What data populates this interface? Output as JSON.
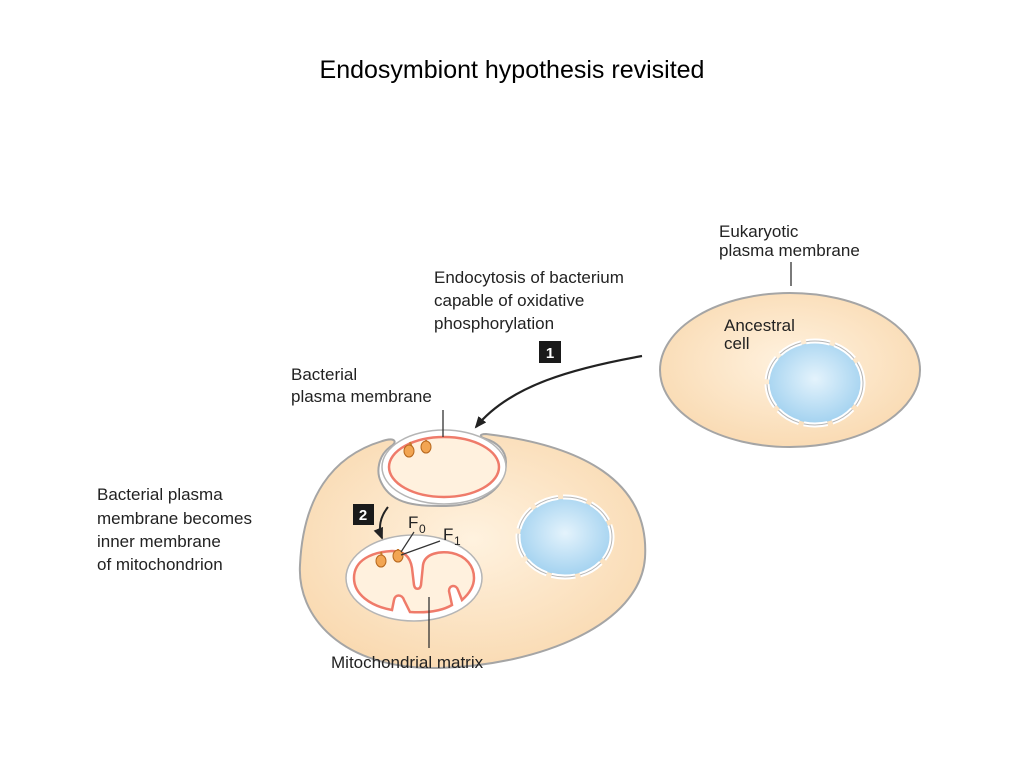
{
  "title": "Endosymbiont hypothesis revisited",
  "labels": {
    "eukaryotic_membrane": [
      "Eukaryotic",
      "plasma membrane"
    ],
    "ancestral_cell": [
      "Ancestral",
      "cell"
    ],
    "endocytosis": [
      "Endocytosis of bacterium",
      "capable of oxidative",
      "phosphorylation"
    ],
    "bacterial_membrane": [
      "Bacterial",
      "plasma membrane"
    ],
    "inner_membrane": [
      "Bacterial plasma",
      "membrane becomes",
      "inner membrane",
      "of mitochondrion"
    ],
    "mitochondrial_matrix": "Mitochondrial matrix",
    "f0": {
      "letter": "F",
      "sub": "0"
    },
    "f1": {
      "letter": "F",
      "sub": "1"
    }
  },
  "steps": {
    "one": "1",
    "two": "2"
  },
  "colors": {
    "cell_fill": "#fce3c4",
    "cell_stroke": "#9a9a9a",
    "nucleus_fill": "#bfe1f6",
    "membrane_red": "#ef7b6a",
    "atp_synthase": "#f2a552",
    "badge": "#1a1a1a"
  }
}
